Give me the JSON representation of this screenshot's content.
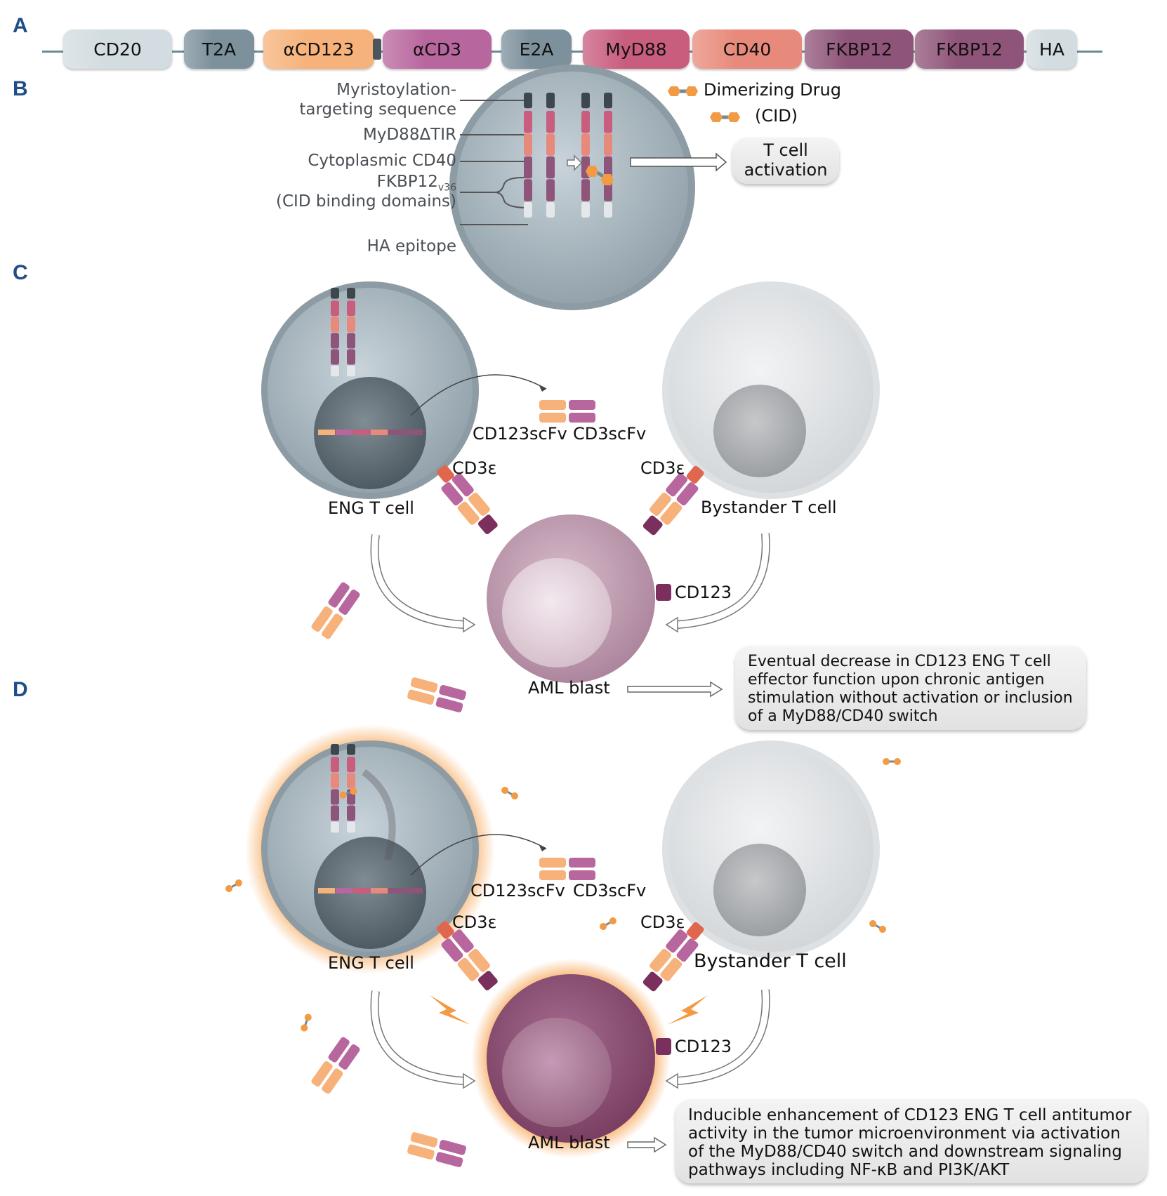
{
  "panels": {
    "a": "A",
    "b": "B",
    "c": "C",
    "d": "D"
  },
  "construct": {
    "segments": [
      {
        "label": "CD20",
        "color": "#d3dce1"
      },
      {
        "label": "T2A",
        "color": "#7d919d"
      },
      {
        "label": "αCD123",
        "color": "#f6b27a"
      },
      {
        "label": "αCD3",
        "color": "#b8669e"
      },
      {
        "label": "E2A",
        "color": "#7d919d"
      },
      {
        "label": "MyD88",
        "color": "#c85d7e"
      },
      {
        "label": "CD40",
        "color": "#e88a7b"
      },
      {
        "label": "FKBP12",
        "color": "#8f5479"
      },
      {
        "label": "FKBP12",
        "color": "#8f5479"
      },
      {
        "label": "HA",
        "color": "#d3dce1"
      }
    ]
  },
  "panel_b": {
    "labels": {
      "myristoylation": "Myristoylation-",
      "myristoylation2": "targeting sequence",
      "myd88": "MyD88ΔTIR",
      "cd40": "Cytoplasmic CD40",
      "fkbp": "FKBP12",
      "fkbp_sub": "v36",
      "cid_binding": "(CID binding domains)",
      "ha": "HA epitope"
    },
    "legend": {
      "line1": "Dimerizing Drug",
      "line2": "(CID)"
    },
    "callout": {
      "line1": "T cell",
      "line2": "activation"
    }
  },
  "panel_c": {
    "eng_cell": "ENG T cell",
    "bystander_cell": "Bystander T cell",
    "aml_blast": "AML blast",
    "cd123scfv": "CD123scFv",
    "cd3scfv": "CD3scFv",
    "cd3e_left": "CD3ε",
    "cd3e_right": "CD3ε",
    "cd123": "CD123",
    "callout": "Eventual decrease in CD123 ENG T cell effector function upon chronic antigen stimulation without activation or inclusion of a MyD88/CD40 switch"
  },
  "panel_d": {
    "eng_cell": "ENG T cell",
    "bystander_cell": "Bystander T cell",
    "aml_blast": "AML blast",
    "cd123scfv": "CD123scFv",
    "cd3scfv": "CD3scFv",
    "cd3e_left": "CD3ε",
    "cd3e_right": "CD3ε",
    "cd123": "CD123",
    "callout": "Inducible enhancement of CD123 ENG T cell antitumor activity in the tumor microenvironment via activation of the MyD88/CD40 switch and downstream signaling pathways including NF-κB and PI3K/AKT"
  },
  "colors": {
    "panel_letter": "#1f4f86",
    "cd123": "#f6b27a",
    "cd3": "#b8669e",
    "myd88": "#c85d7e",
    "cd40": "#e88a7b",
    "fkbp": "#8f5479",
    "drug": "#f39a45"
  }
}
